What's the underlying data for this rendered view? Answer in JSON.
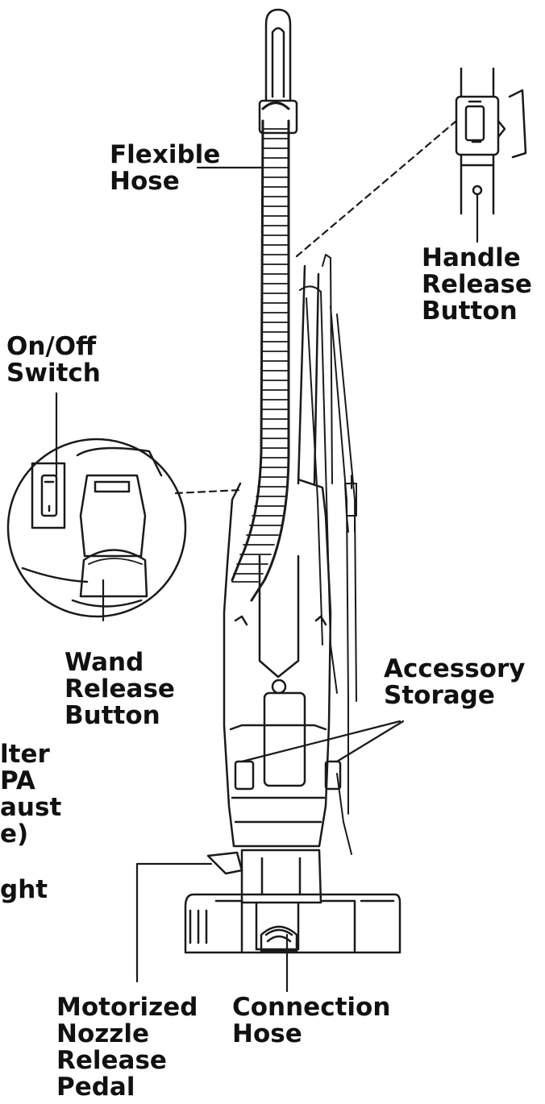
{
  "labels": {
    "flexible_hose": [
      "Flexible",
      "Hose"
    ],
    "handle_release_button": [
      "Handle",
      "Release",
      "Button"
    ],
    "on_off_switch": [
      "On/Off",
      "Switch"
    ],
    "wand_release_button": [
      "Wand",
      "Release",
      "Button"
    ],
    "filter_partial": [
      "lter",
      "PA",
      "aust",
      "e)"
    ],
    "light_partial": [
      "ght"
    ],
    "accessory_storage": [
      "Accessory",
      "Storage"
    ],
    "motorized_nozzle_release_pedal": [
      "Motorized",
      "Nozzle",
      "Release",
      "Pedal"
    ],
    "connection_hose": [
      "Connection",
      "Hose"
    ]
  },
  "colors": {
    "line": "#1a1a1a",
    "text": "#111111"
  }
}
